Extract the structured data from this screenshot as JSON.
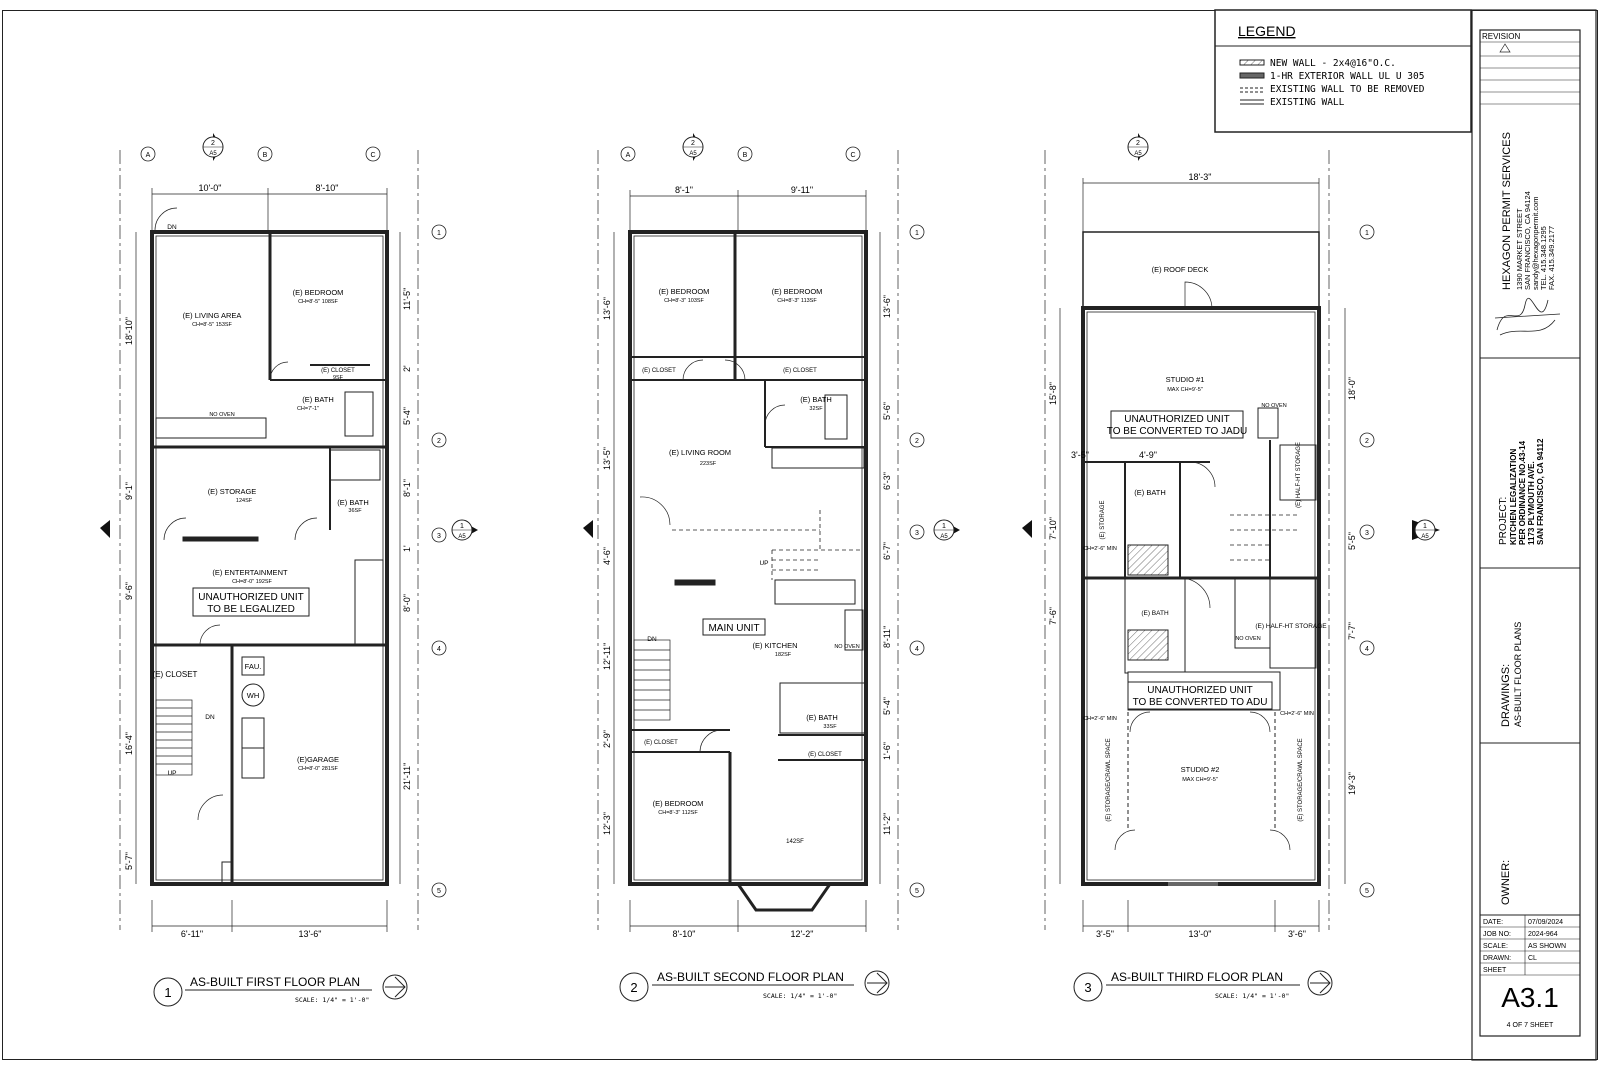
{
  "legend": {
    "title": "LEGEND",
    "items": [
      "NEW WALL - 2x4@16\"O.C.",
      "1-HR EXTERIOR WALL UL U 305",
      "EXISTING WALL TO BE REMOVED",
      "EXISTING WALL"
    ]
  },
  "titleblock": {
    "revision": "REVISION",
    "company": "HEXAGON PERMIT SERVICES",
    "company_lines": [
      "1390 MARKET STREET",
      "SAN FRANCISCO, CA 94124",
      "sandy@hexagonpermit.com",
      "TEL. 415.348.1295",
      "FAX. 415.349.2177"
    ],
    "project_label": "PROJECT:",
    "project_lines": [
      "KITCHEN LEGALIZATION",
      "PER ORDINANCE NO.43-14",
      "1173 PLYMOUTH AVE.",
      "SAN FRANCISCO, CA 94112"
    ],
    "drawings_label": "DRAWINGS:",
    "drawings_value": "AS-BUILT FLOOR PLANS",
    "owner_label": "OWNER:",
    "date_label": "DATE:",
    "date_value": "07/09/2024",
    "job_label": "JOB NO:",
    "job_value": "2024-964",
    "scale_label": "SCALE:",
    "scale_value": "AS SHOWN",
    "drawn_label": "DRAWN:",
    "drawn_value": "CL",
    "sheet_label": "SHEET",
    "sheet_number": "A3.1",
    "sheet_of": "4  OF  7  SHEET"
  },
  "plans": [
    {
      "number": "1",
      "title": "AS-BUILT FIRST FLOOR PLAN",
      "scale": "SCALE: 1/4\" = 1'-0\"",
      "dims_top": [
        "10'-0\"",
        "8'-10\""
      ],
      "dims_bottom": [
        "6'-11\"",
        "13'-6\""
      ],
      "dims_left": [
        "18'-10\"",
        "9'-1\"",
        "9'-6\"",
        "16'-4\"",
        "5'-7\""
      ],
      "dims_right": [
        "11'-5\"",
        "2'",
        "5'-4\"",
        "8'-1\"",
        "1'",
        "8'-0\"",
        "21'-11\""
      ],
      "rooms": [
        {
          "name": "(E) LIVING AREA",
          "sub": "CH=8'-5\"  153SF"
        },
        {
          "name": "(E) BEDROOM",
          "sub": "CH=8'-5\"  108SF"
        },
        {
          "name": "(E) CLOSET",
          "sub": "9SF"
        },
        {
          "name": "(E) BATH",
          "sub": "CH=7'-1\""
        },
        {
          "name": "NO OVEN",
          "sub": ""
        },
        {
          "name": "(E) STORAGE",
          "sub": "124SF"
        },
        {
          "name": "(E) BATH",
          "sub": "36SF"
        },
        {
          "name": "(E) ENTERTAINMENT",
          "sub": "CH=8'-0\"  192SF"
        },
        {
          "name": "(E) CLOSET",
          "sub": ""
        },
        {
          "name": "(E)GARAGE",
          "sub": "CH=8'-0\"  281SF"
        },
        {
          "name": "FAU.",
          "sub": ""
        },
        {
          "name": "WH",
          "sub": ""
        },
        {
          "name": "DN",
          "sub": ""
        },
        {
          "name": "DN",
          "sub": ""
        },
        {
          "name": "UP",
          "sub": ""
        }
      ],
      "callouts": [
        "UNAUTHORIZED UNIT",
        "TO BE LEGALIZED"
      ]
    },
    {
      "number": "2",
      "title": "AS-BUILT SECOND FLOOR PLAN",
      "scale": "SCALE: 1/4\" = 1'-0\"",
      "dims_top": [
        "8'-1\"",
        "9'-11\""
      ],
      "dims_bottom": [
        "8'-10\"",
        "12'-2\""
      ],
      "dims_left": [
        "13'-6\"",
        "13'-5\"",
        "4'-6\"",
        "12'-11\"",
        "2'-9\"",
        "12'-3\""
      ],
      "dims_right": [
        "13'-6\"",
        "5'-6\"",
        "6'-3\"",
        "6'-7\"",
        "8'-11\"",
        "5'-4\"",
        "1'-6\"",
        "11'-2\""
      ],
      "rooms": [
        {
          "name": "(E) BEDROOM",
          "sub": "CH=8'-3\"  103SF"
        },
        {
          "name": "(E) BEDROOM",
          "sub": "CH=8'-3\"  113SF"
        },
        {
          "name": "(E) CLOSET",
          "sub": ""
        },
        {
          "name": "(E) CLOSET",
          "sub": ""
        },
        {
          "name": "(E) BATH",
          "sub": "32SF"
        },
        {
          "name": "(E) LIVING ROOM",
          "sub": "223SF"
        },
        {
          "name": "(E) KITCHEN",
          "sub": "182SF"
        },
        {
          "name": "(E) BATH",
          "sub": "33SF"
        },
        {
          "name": "(E) CLOSET",
          "sub": ""
        },
        {
          "name": "(E) CLOSET",
          "sub": ""
        },
        {
          "name": "(E) BEDROOM",
          "sub": "CH=8'-3\"  112SF"
        },
        {
          "name": "142SF",
          "sub": ""
        },
        {
          "name": "UP",
          "sub": ""
        },
        {
          "name": "DN",
          "sub": ""
        },
        {
          "name": "NO OVEN",
          "sub": ""
        }
      ],
      "callouts": [
        "MAIN UNIT"
      ]
    },
    {
      "number": "3",
      "title": "AS-BUILT THIRD FLOOR PLAN",
      "scale": "SCALE: 1/4\" = 1'-0\"",
      "dims_top": [
        "18'-3\""
      ],
      "dims_bottom": [
        "3'-5\"",
        "13'-0\"",
        "3'-6\""
      ],
      "dims_left": [
        "15'-8\"",
        "7'-10\"",
        "7'-6\""
      ],
      "dims_right": [
        "18'-0\"",
        "5'-5\"",
        "7'-7\"",
        "19'-3\""
      ],
      "dims_inner": [
        "3'-5\"",
        "4'-9\""
      ],
      "rooms": [
        {
          "name": "(E) ROOF DECK",
          "sub": ""
        },
        {
          "name": "STUDIO #1",
          "sub": "MAX CH=9'-5\""
        },
        {
          "name": "(E) STORAGE",
          "sub": ""
        },
        {
          "name": "(E) BATH",
          "sub": ""
        },
        {
          "name": "(E) HALF-HT STORAGE",
          "sub": ""
        },
        {
          "name": "(E) BATH",
          "sub": ""
        },
        {
          "name": "(E) HALF-HT STORAGE",
          "sub": ""
        },
        {
          "name": "STUDIO #2",
          "sub": "MAX CH=9'-5\""
        },
        {
          "name": "(E) STORAGE/CRAWL SPACE",
          "sub": ""
        },
        {
          "name": "(E) STORAGE/CRAWL SPACE",
          "sub": ""
        },
        {
          "name": "NO OVEN",
          "sub": ""
        },
        {
          "name": "NO OVEN",
          "sub": ""
        },
        {
          "name": "CH=2'-6\" MIN",
          "sub": ""
        },
        {
          "name": "CH=2'-6\" MIN",
          "sub": ""
        },
        {
          "name": "CH=2'-6\" MIN",
          "sub": ""
        }
      ],
      "callouts": [
        "UNAUTHORIZED UNIT",
        "TO BE CONVERTED TO JADU",
        "UNAUTHORIZED UNIT",
        "TO BE CONVERTED TO ADU"
      ]
    }
  ],
  "grid": {
    "columns": [
      "A",
      "B",
      "C"
    ],
    "rows": [
      "1",
      "2",
      "3",
      "4",
      "5"
    ],
    "section": "A5",
    "section_numbers": [
      "2",
      "1"
    ]
  }
}
